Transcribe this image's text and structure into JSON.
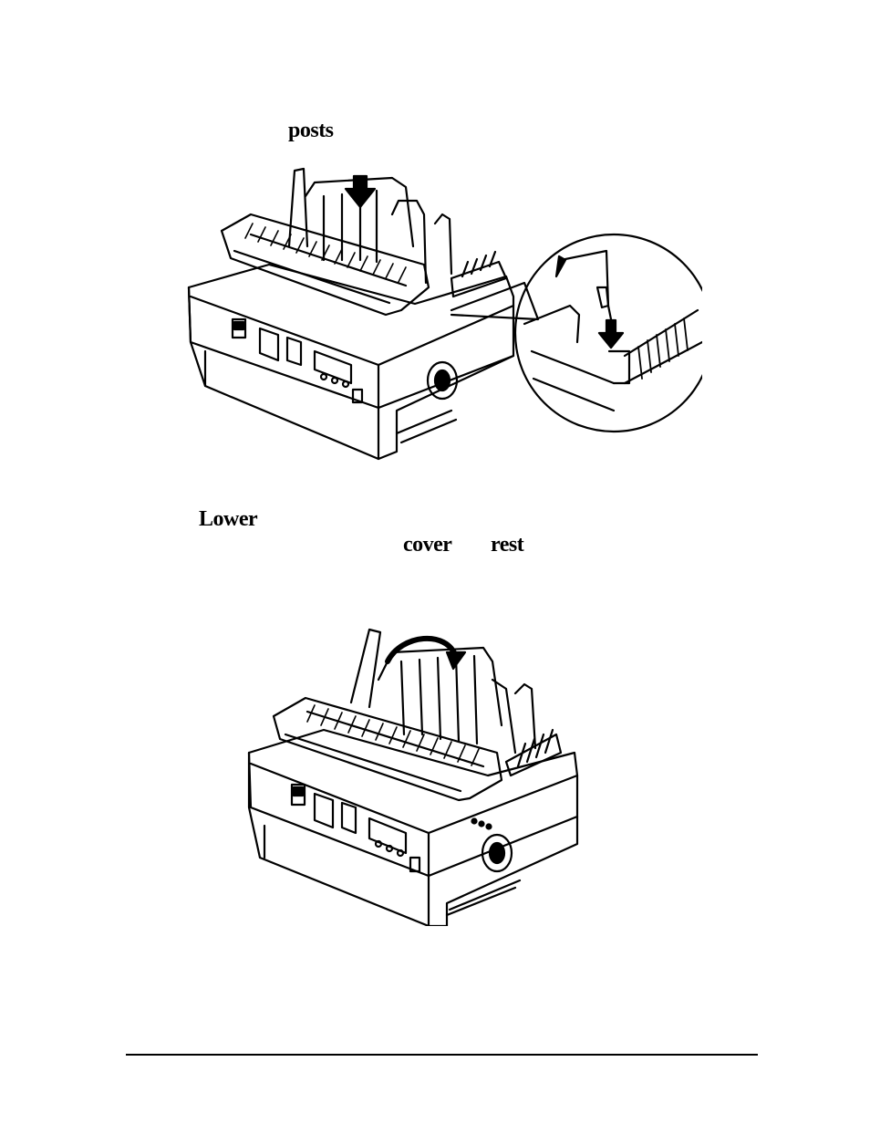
{
  "labels": {
    "posts": "posts",
    "lower": "Lower",
    "cover": "cover",
    "rest": "rest"
  },
  "figures": {
    "top": "printer-with-paper-guide-detail",
    "bottom": "printer-with-lowered-guide"
  }
}
